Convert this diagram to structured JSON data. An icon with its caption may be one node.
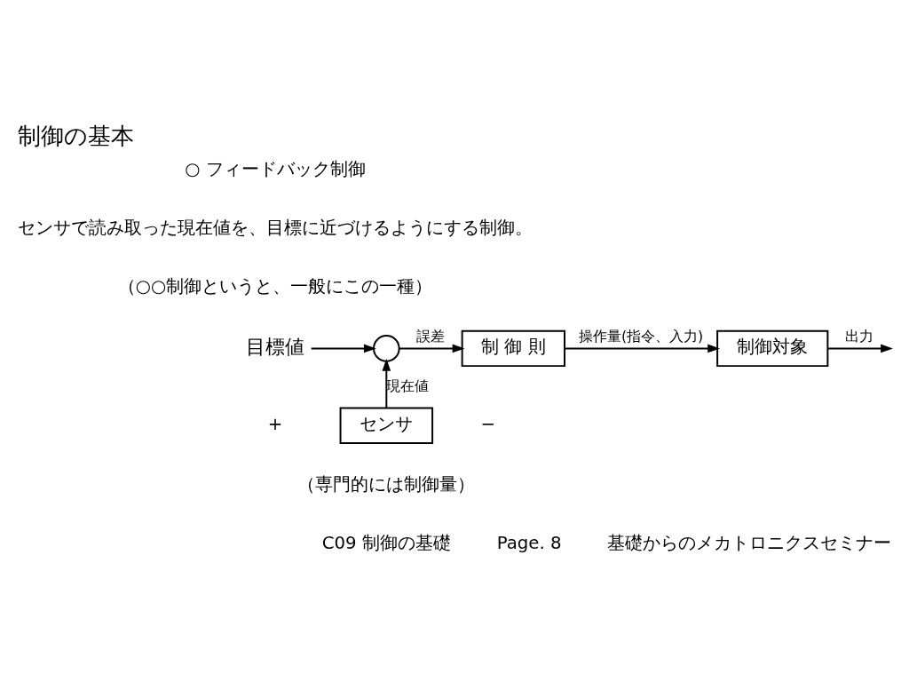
{
  "diagram": {
    "title": "制御の基本",
    "nodes": [
      {
        "text": [
          "目標値"
        ]
      },
      {
        "text": [],
        "shape": "circle"
      },
      {
        "text": [
          "制 御 則"
        ]
      },
      {
        "text": [
          "制御対象"
        ]
      },
      {
        "text": [
          "センサ"
        ]
      }
    ],
    "edges": [
      {
        "from": 0,
        "to": 1,
        "arrow": "to"
      },
      {
        "from": 1,
        "to": 2,
        "arrow": "to",
        "label": "誤差"
      },
      {
        "from": 2,
        "to": 3,
        "arrow": "to",
        "label": "操作量(指令、入力)"
      },
      {
        "from": 3,
        "to": null,
        "arrow": "to",
        "label": "出力"
      },
      {
        "from": 4,
        "to": 1,
        "arrow": "to",
        "label": "現在値"
      }
    ],
    "labels": [
      "○ フィードバック制御",
      "センサで読み取った現在値を、目標に近づけるようにする制御。",
      "（○○制御というと、一般にこの一種）",
      "+",
      "−",
      "（専門的には制御量）",
      "C09 制御の基礎",
      "Page. 8",
      "基礎からのメカトロニクスセミナー"
    ]
  }
}
